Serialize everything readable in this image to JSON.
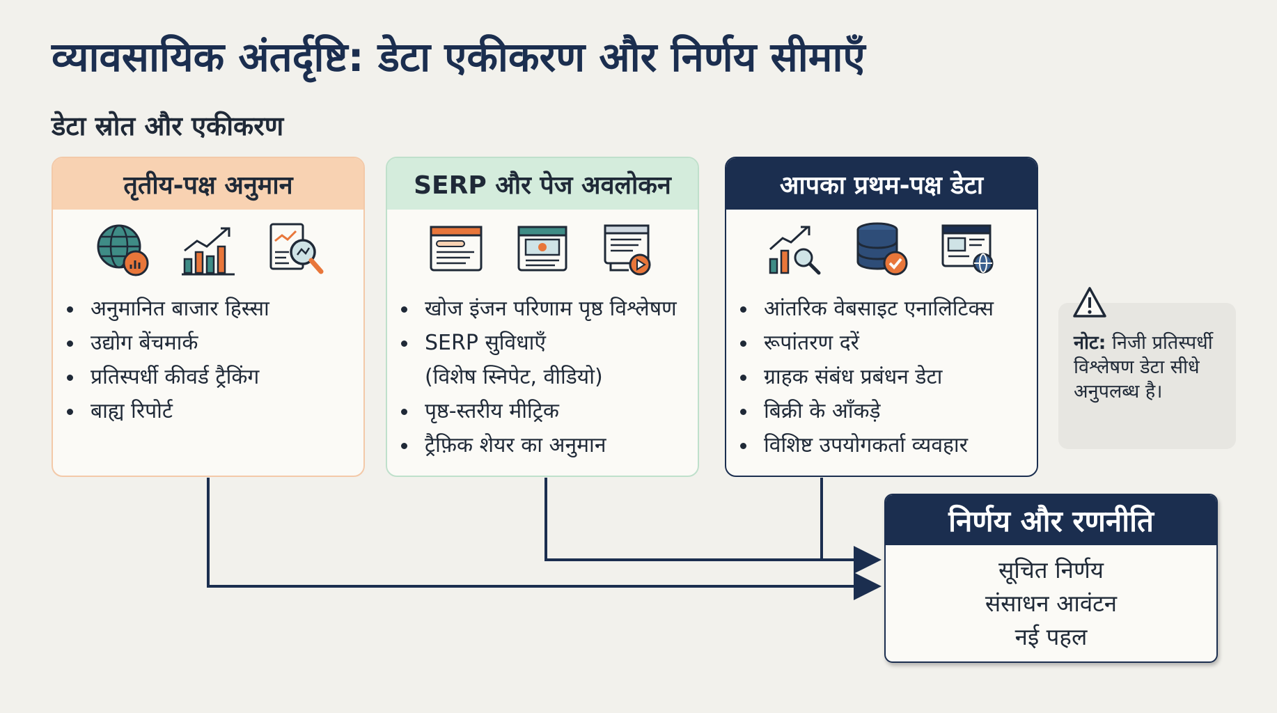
{
  "title": "व्यावसायिक अंतर्दृष्टि: डेटा एकीकरण और निर्णय सीमाएँ",
  "subtitle": "डेटा स्रोत और एकीकरण",
  "cards": [
    {
      "heading": "तृतीय-पक्ष अनुमान",
      "icons": [
        "globe-chart-icon",
        "growth-chart-icon",
        "report-magnifier-icon"
      ],
      "items": [
        "अनुमानित बाजार हिस्सा",
        "उद्योग बेंचमार्क",
        "प्रतिस्पर्धी कीवर्ड ट्रैकिंग",
        "बाह्य रिपोर्ट"
      ]
    },
    {
      "heading": "SERP और पेज अवलोकन",
      "icons": [
        "search-results-page-icon",
        "web-page-media-icon",
        "video-page-icon"
      ],
      "items": [
        "खोज इंजन परिणाम पृष्ठ विश्लेषण",
        "SERP सुविधाएँ",
        "(विशेष स्निपेट, वीडियो)",
        "पृष्ठ-स्तरीय मीट्रिक",
        "ट्रैफ़िक शेयर का अनुमान"
      ]
    },
    {
      "heading": "आपका प्रथम-पक्ष डेटा",
      "icons": [
        "analytics-magnifier-icon",
        "database-check-icon",
        "website-globe-icon"
      ],
      "items": [
        "आंतरिक वेबसाइट एनालिटिक्स",
        "रूपांतरण दरें",
        "ग्राहक संबंध प्रबंधन डेटा",
        "बिक्री के आँकड़े",
        "विशिष्ट उपयोगकर्ता व्यवहार"
      ]
    }
  ],
  "note": {
    "icon": "warning-icon",
    "label": "नोट:",
    "text": "निजी प्रतिस्पर्धी विश्लेषण डेटा सीधे अनुपलब्ध है।"
  },
  "decision": {
    "heading": "निर्णय और रणनीति",
    "lines": [
      "सूचित निर्णय",
      "संसाधन आवंटन",
      "नई पहल"
    ]
  },
  "colors": {
    "navy": "#1b2e4f",
    "peach": "#f8d2b2",
    "mint": "#d4ecdc",
    "icon_orange": "#e8763a",
    "icon_teal": "#3f8c86",
    "background": "#f2f1ec"
  }
}
